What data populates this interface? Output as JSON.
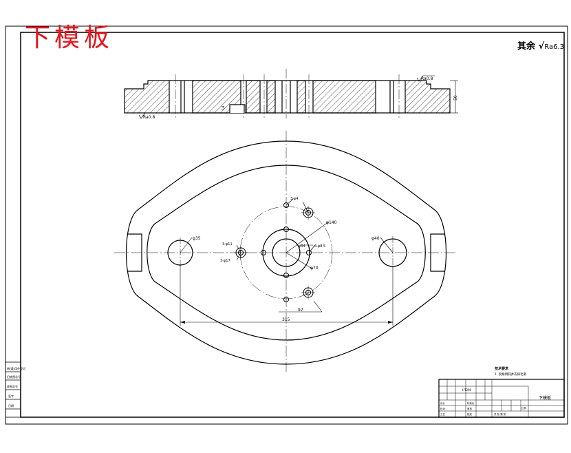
{
  "drawing": {
    "title": "下模板",
    "roughness_note": "其余",
    "roughness_value": "Ra6.3"
  },
  "section_view": {
    "surface_finish_top": "Ra0.8",
    "surface_finish_bottom": "Ra0.8",
    "thickness_dim": "50"
  },
  "plan_view": {
    "dims": {
      "bore_left": "φ35",
      "bore_right": "φ40",
      "pitch_circle_large": "φ140",
      "pitch_circle_small": "φ70",
      "center_hole": "φ34",
      "holes_right": "4-φ8.5",
      "holes_top": "3-φ4",
      "holes_left_1": "3-φ11",
      "holes_left_2": "3-φ17",
      "span_inner": "97",
      "span_total": "315"
    }
  },
  "notes": {
    "heading": "技术要求",
    "line1": "1. 锐角倒钝并去除毛刺"
  },
  "title_block": {
    "part_name": "下模板",
    "left_cells": [
      "借(通)用件登记",
      "旧底图总号",
      "底图总号",
      "签字",
      "日期"
    ],
    "row_labels": [
      "设计",
      "校对",
      "审核",
      "工艺",
      "标准化",
      "批准"
    ],
    "sheet_text": "共 张 第 张",
    "scale_label": "比例"
  }
}
